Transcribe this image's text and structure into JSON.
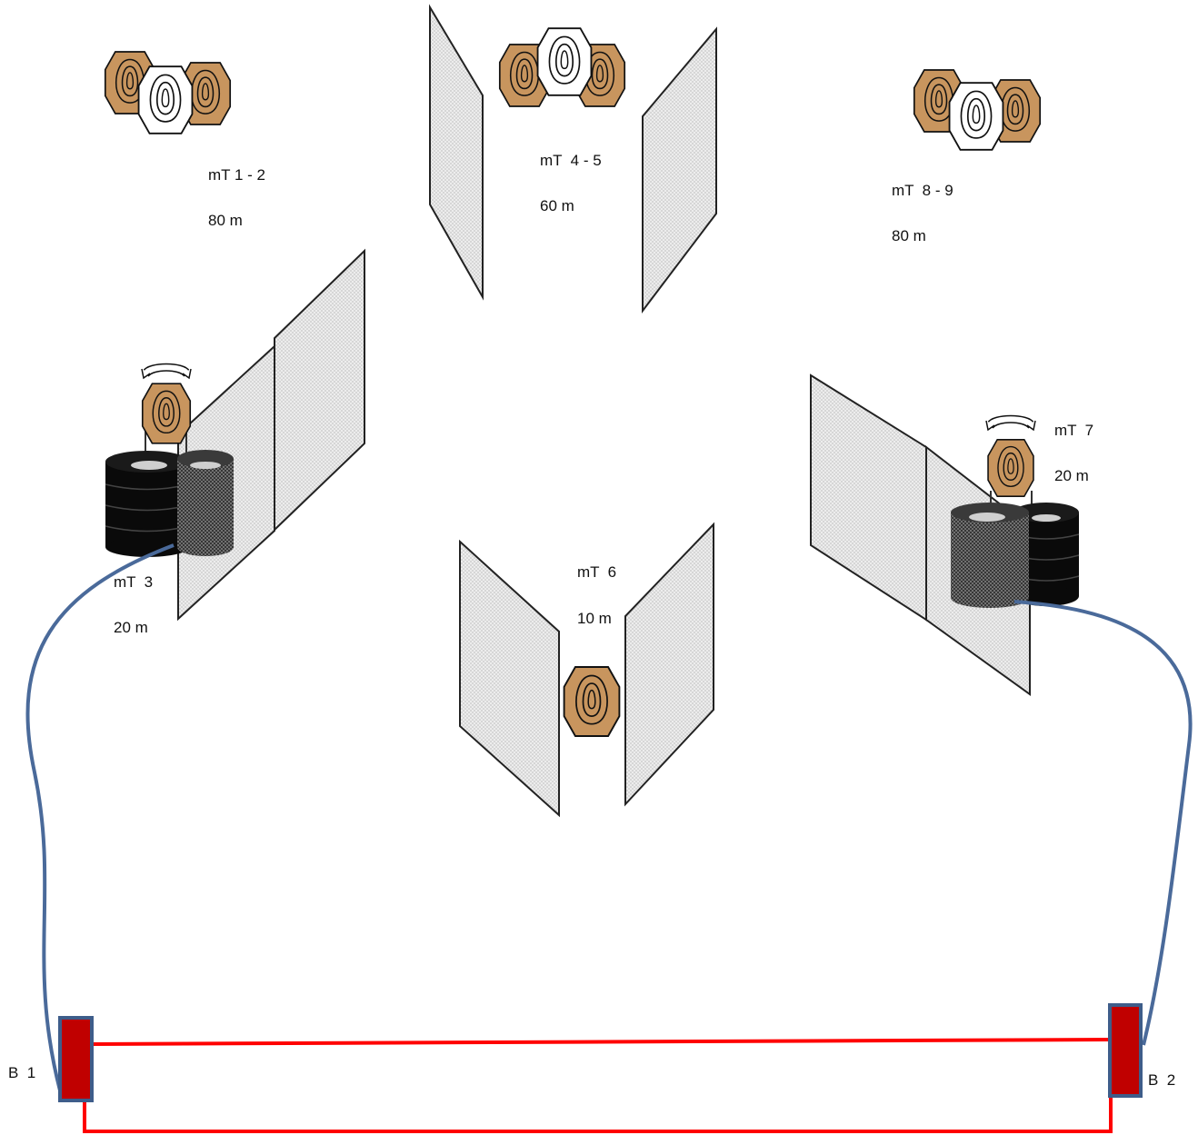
{
  "stations": {
    "mt12": {
      "name": "mT 1 - 2",
      "distance": "80 m"
    },
    "mt45": {
      "name": "mT  4 - 5",
      "distance": "60 m"
    },
    "mt89": {
      "name": "mT  8 - 9",
      "distance": "80 m"
    },
    "mt3": {
      "name": "mT  3",
      "distance": "20 m"
    },
    "mt6": {
      "name": "mT  6",
      "distance": "10 m"
    },
    "mt7": {
      "name": "mT  7",
      "distance": "20 m"
    }
  },
  "positions": {
    "b1": "B  1",
    "b2": "B  2"
  },
  "colors": {
    "target_tan": "#c8955e",
    "target_white": "#ffffff",
    "barrier_fill": "#ededed",
    "tire_black": "#0a0a0a",
    "tire_gray": "#555555",
    "route_blue": "#4a6a9a",
    "fault_line_red": "#ff0000",
    "box_red": "#c00000",
    "box_border": "#3e5d8a"
  },
  "icons": [
    "steel-target-icon",
    "no-shoot-target-icon",
    "swing-arrow-icon",
    "tire-stack-icon",
    "shooting-box-icon"
  ]
}
